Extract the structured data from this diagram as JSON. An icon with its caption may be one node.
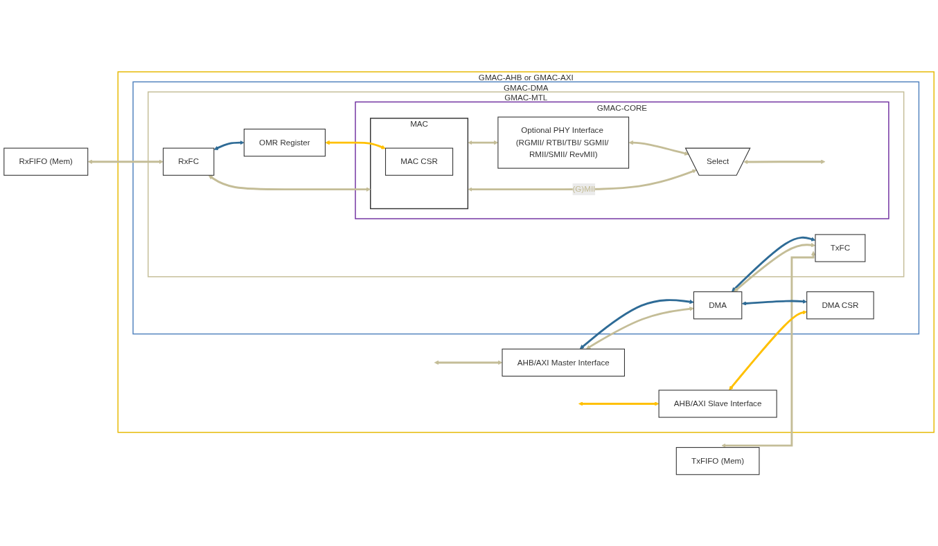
{
  "diagram": {
    "nodes": [
      {
        "text": [
          "TxFIFO (Mem)"
        ]
      },
      {
        "text": [
          "RxFIFO (Mem)"
        ]
      },
      {
        "text": [
          "GMAC-AHB or GMAC-AXI"
        ]
      },
      {
        "text": [
          "AHB/AXI Master Interface"
        ],
        "in": 2
      },
      {
        "text": [
          "AHB/AXI Slave Interface"
        ],
        "in": 2
      },
      {
        "text": [
          "GMAC-DMA"
        ],
        "in": 2
      },
      {
        "text": [
          "DMA"
        ],
        "in": 5
      },
      {
        "text": [
          "DMA CSR"
        ],
        "in": 5
      },
      {
        "text": [
          "GMAC-MTL"
        ],
        "in": 5
      },
      {
        "text": [
          "TxFC"
        ],
        "in": 8
      },
      {
        "text": [
          "RxFC"
        ],
        "in": 8
      },
      {
        "text": [
          "OMR Register"
        ],
        "in": 8
      },
      {
        "text": [
          "GMAC-CORE"
        ],
        "in": 8
      },
      {
        "text": [
          "MAC"
        ],
        "in": 12
      },
      {
        "text": [
          "MAC CSR"
        ],
        "in": 13
      },
      {
        "text": [
          "Optional PHY Interface (RGMII/ RTBI/TBI/ SGMII/ RMII/SMII/ RevMII)"
        ],
        "in": 12
      },
      {
        "text": [
          "Select"
        ],
        "in": 12
      }
    ],
    "edges": [
      {
        "from": null,
        "to": 3,
        "arrow": "both"
      },
      {
        "from": null,
        "to": 4,
        "arrow": "both",
        "color": "#ffc000"
      },
      {
        "from": 3,
        "to": 6,
        "arrow": "both",
        "color": "#2e6b96"
      },
      {
        "from": 3,
        "to": 6,
        "arrow": "both"
      },
      {
        "from": 6,
        "to": 9,
        "arrow": "both",
        "color": "#2e6b96"
      },
      {
        "from": 6,
        "to": 9,
        "arrow": "both"
      },
      {
        "from": 0,
        "to": 9,
        "arrow": "both"
      },
      {
        "from": 1,
        "to": 10,
        "arrow": "both"
      },
      {
        "from": 10,
        "to": 13,
        "arrow": "both"
      },
      {
        "from": 6,
        "to": 7,
        "arrow": "both",
        "color": "#2e6b96"
      },
      {
        "from": 10,
        "to": 11,
        "arrow": "both",
        "color": "#2e6b96"
      },
      {
        "from": 4,
        "to": 7,
        "arrow": "both",
        "color": "#ffc000"
      },
      {
        "from": 11,
        "to": 14,
        "arrow": "both",
        "color": "#ffc000"
      },
      {
        "from": 13,
        "to": 15,
        "arrow": "both"
      },
      {
        "from": 13,
        "to": 16,
        "arrow": "both",
        "label": "(G)MII"
      },
      {
        "from": 15,
        "to": 16,
        "arrow": "both"
      },
      {
        "from": 16,
        "to": null,
        "arrow": "both"
      }
    ]
  }
}
